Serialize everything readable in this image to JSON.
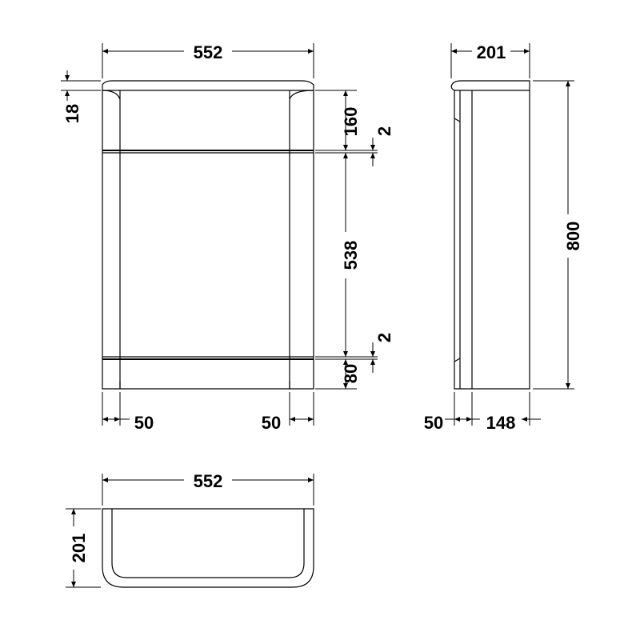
{
  "diagram": {
    "front_view": {
      "overall_width": "552",
      "top_thickness": "18",
      "top_rail": "160",
      "gap_top": "2",
      "panel_height": "538",
      "gap_bottom": "2",
      "plinth": "80",
      "left_side": "50",
      "right_side": "50"
    },
    "side_view": {
      "depth": "201",
      "height": "800",
      "front_depth": "50",
      "body_depth": "148"
    },
    "plan_view": {
      "width": "552",
      "depth": "201"
    },
    "colors": {
      "line": "#000000",
      "background": "#ffffff"
    }
  }
}
